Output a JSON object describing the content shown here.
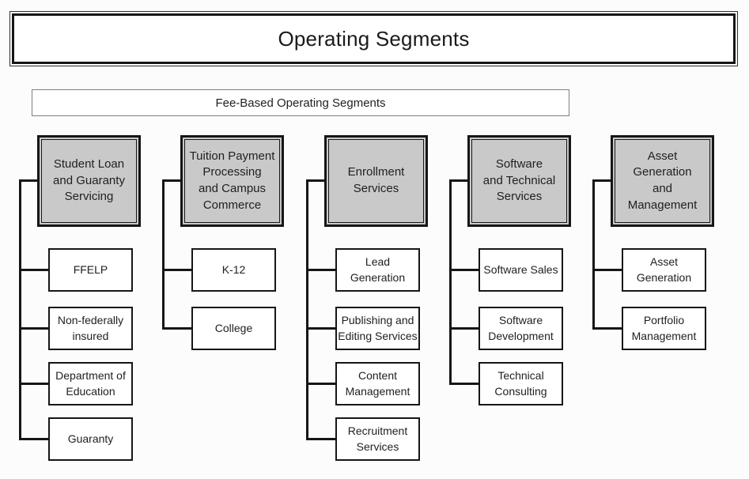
{
  "title": "Operating Segments",
  "banner": {
    "label": "Fee-Based Operating Segments"
  },
  "colors": {
    "header_fill": "#c9c9c9",
    "line": "#161616",
    "background": "#fcfcfc",
    "banner_border": "#7f7f7f"
  },
  "columns": [
    {
      "header": "Student Loan\nand Guaranty\nServicing",
      "children": [
        "FFELP",
        "Non-federally\ninsured",
        "Department of\nEducation",
        "Guaranty"
      ]
    },
    {
      "header": "Tuition Payment\nProcessing\nand Campus\nCommerce",
      "children": [
        "K-12",
        "College"
      ]
    },
    {
      "header": "Enrollment\nServices",
      "children": [
        "Lead\nGeneration",
        "Publishing and\nEditing Services",
        "Content\nManagement",
        "Recruitment\nServices"
      ]
    },
    {
      "header": "Software\nand Technical\nServices",
      "children": [
        "Software Sales",
        "Software\nDevelopment",
        "Technical\nConsulting"
      ]
    },
    {
      "header": "Asset Generation\nand Management",
      "children": [
        "Asset\nGeneration",
        "Portfolio\nManagement"
      ]
    }
  ]
}
